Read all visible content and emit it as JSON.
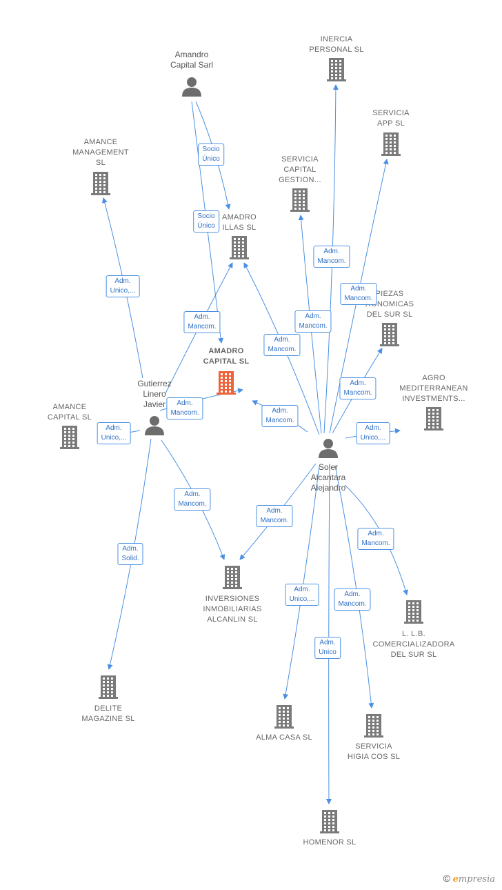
{
  "colors": {
    "edge": "#4a90e2",
    "company": "#7a7a7a",
    "main_company": "#f0623a",
    "person": "#6d6d6d"
  },
  "nodes": [
    {
      "id": "inercia",
      "type": "company",
      "label": "INERCIA\nPERSONAL SL"
    },
    {
      "id": "amandro_sarl",
      "type": "person",
      "label": "Amandro\nCapital Sarl"
    },
    {
      "id": "servicia_app",
      "type": "company",
      "label": "SERVICIA\nAPP  SL"
    },
    {
      "id": "amance_mgmt",
      "type": "company",
      "label": "AMANCE\nMANAGEMENT\nSL"
    },
    {
      "id": "servicia_cap",
      "type": "company",
      "label": "SERVICIA\nCAPITAL\nGESTION..."
    },
    {
      "id": "amadro_villas",
      "type": "company",
      "label": "AMADRO\nILLAS  SL"
    },
    {
      "id": "limpiezas",
      "type": "company",
      "label": "PIEZAS\nRONOMICAS\nDEL SUR  SL"
    },
    {
      "id": "amadro_capital",
      "type": "main",
      "label": "AMADRO\nCAPITAL  SL"
    },
    {
      "id": "gutierrez",
      "type": "person",
      "label": "Gutierrez\nLinero\nJavier"
    },
    {
      "id": "agro",
      "type": "company",
      "label": "AGRO\nMEDITERRANEAN\nINVESTMENTS..."
    },
    {
      "id": "amance_cap",
      "type": "company",
      "label": "AMANCE\nCAPITAL  SL"
    },
    {
      "id": "soler",
      "type": "person",
      "label": "Soler\nAlcantara\nAlejandro"
    },
    {
      "id": "inversiones",
      "type": "company",
      "label": "INVERSIONES\nINMOBILIARIAS\nALCANLIN SL"
    },
    {
      "id": "llb",
      "type": "company",
      "label": "L. L.B.\nCOMERCIALIZADORA\nDEL SUR  SL"
    },
    {
      "id": "delite",
      "type": "company",
      "label": "DELITE\nMAGAZINE SL"
    },
    {
      "id": "alma",
      "type": "company",
      "label": "ALMA CASA SL"
    },
    {
      "id": "higia",
      "type": "company",
      "label": "SERVICIA\nHIGIA COS  SL"
    },
    {
      "id": "homenor",
      "type": "company",
      "label": "HOMENOR  SL"
    }
  ],
  "edges": [
    {
      "from": "amandro_sarl",
      "to": "amadro_villas",
      "label": "Socio\nÚnico"
    },
    {
      "from": "amandro_sarl",
      "to": "amadro_capital",
      "label": "Socio\nÚnico"
    },
    {
      "from": "gutierrez",
      "to": "amance_mgmt",
      "label": "Adm.\nUnico,..."
    },
    {
      "from": "gutierrez",
      "to": "amadro_villas",
      "label": "Adm.\nMancom."
    },
    {
      "from": "gutierrez",
      "to": "amadro_capital",
      "label": "Adm.\nMancom."
    },
    {
      "from": "gutierrez",
      "to": "amance_cap",
      "label": "Adm.\nUnico,..."
    },
    {
      "from": "gutierrez",
      "to": "inversiones",
      "label": "Adm.\nMancom."
    },
    {
      "from": "gutierrez",
      "to": "delite",
      "label": "Adm.\nSolid."
    },
    {
      "from": "soler",
      "to": "inercia",
      "label": "Adm.\nMancom."
    },
    {
      "from": "soler",
      "to": "servicia_app",
      "label": "Adm.\nMancom."
    },
    {
      "from": "soler",
      "to": "servicia_cap",
      "label": "Adm.\nMancom."
    },
    {
      "from": "soler",
      "to": "amadro_villas",
      "label": "Adm.\nMancom."
    },
    {
      "from": "soler",
      "to": "limpiezas",
      "label": "Adm.\nMancom."
    },
    {
      "from": "soler",
      "to": "amadro_capital",
      "label": "Adm.\nMancom."
    },
    {
      "from": "soler",
      "to": "agro",
      "label": "Adm.\nUnico,..."
    },
    {
      "from": "soler",
      "to": "inversiones",
      "label": "Adm.\nMancom."
    },
    {
      "from": "soler",
      "to": "llb",
      "label": "Adm.\nMancom."
    },
    {
      "from": "soler",
      "to": "alma",
      "label": "Adm.\nUnico,..."
    },
    {
      "from": "soler",
      "to": "higia",
      "label": "Adm.\nMancom."
    },
    {
      "from": "soler",
      "to": "homenor",
      "label": "Adm.\nUnico"
    }
  ],
  "footer": {
    "copyright": "©",
    "brand_e": "e",
    "brand_rest": "mpresia"
  }
}
